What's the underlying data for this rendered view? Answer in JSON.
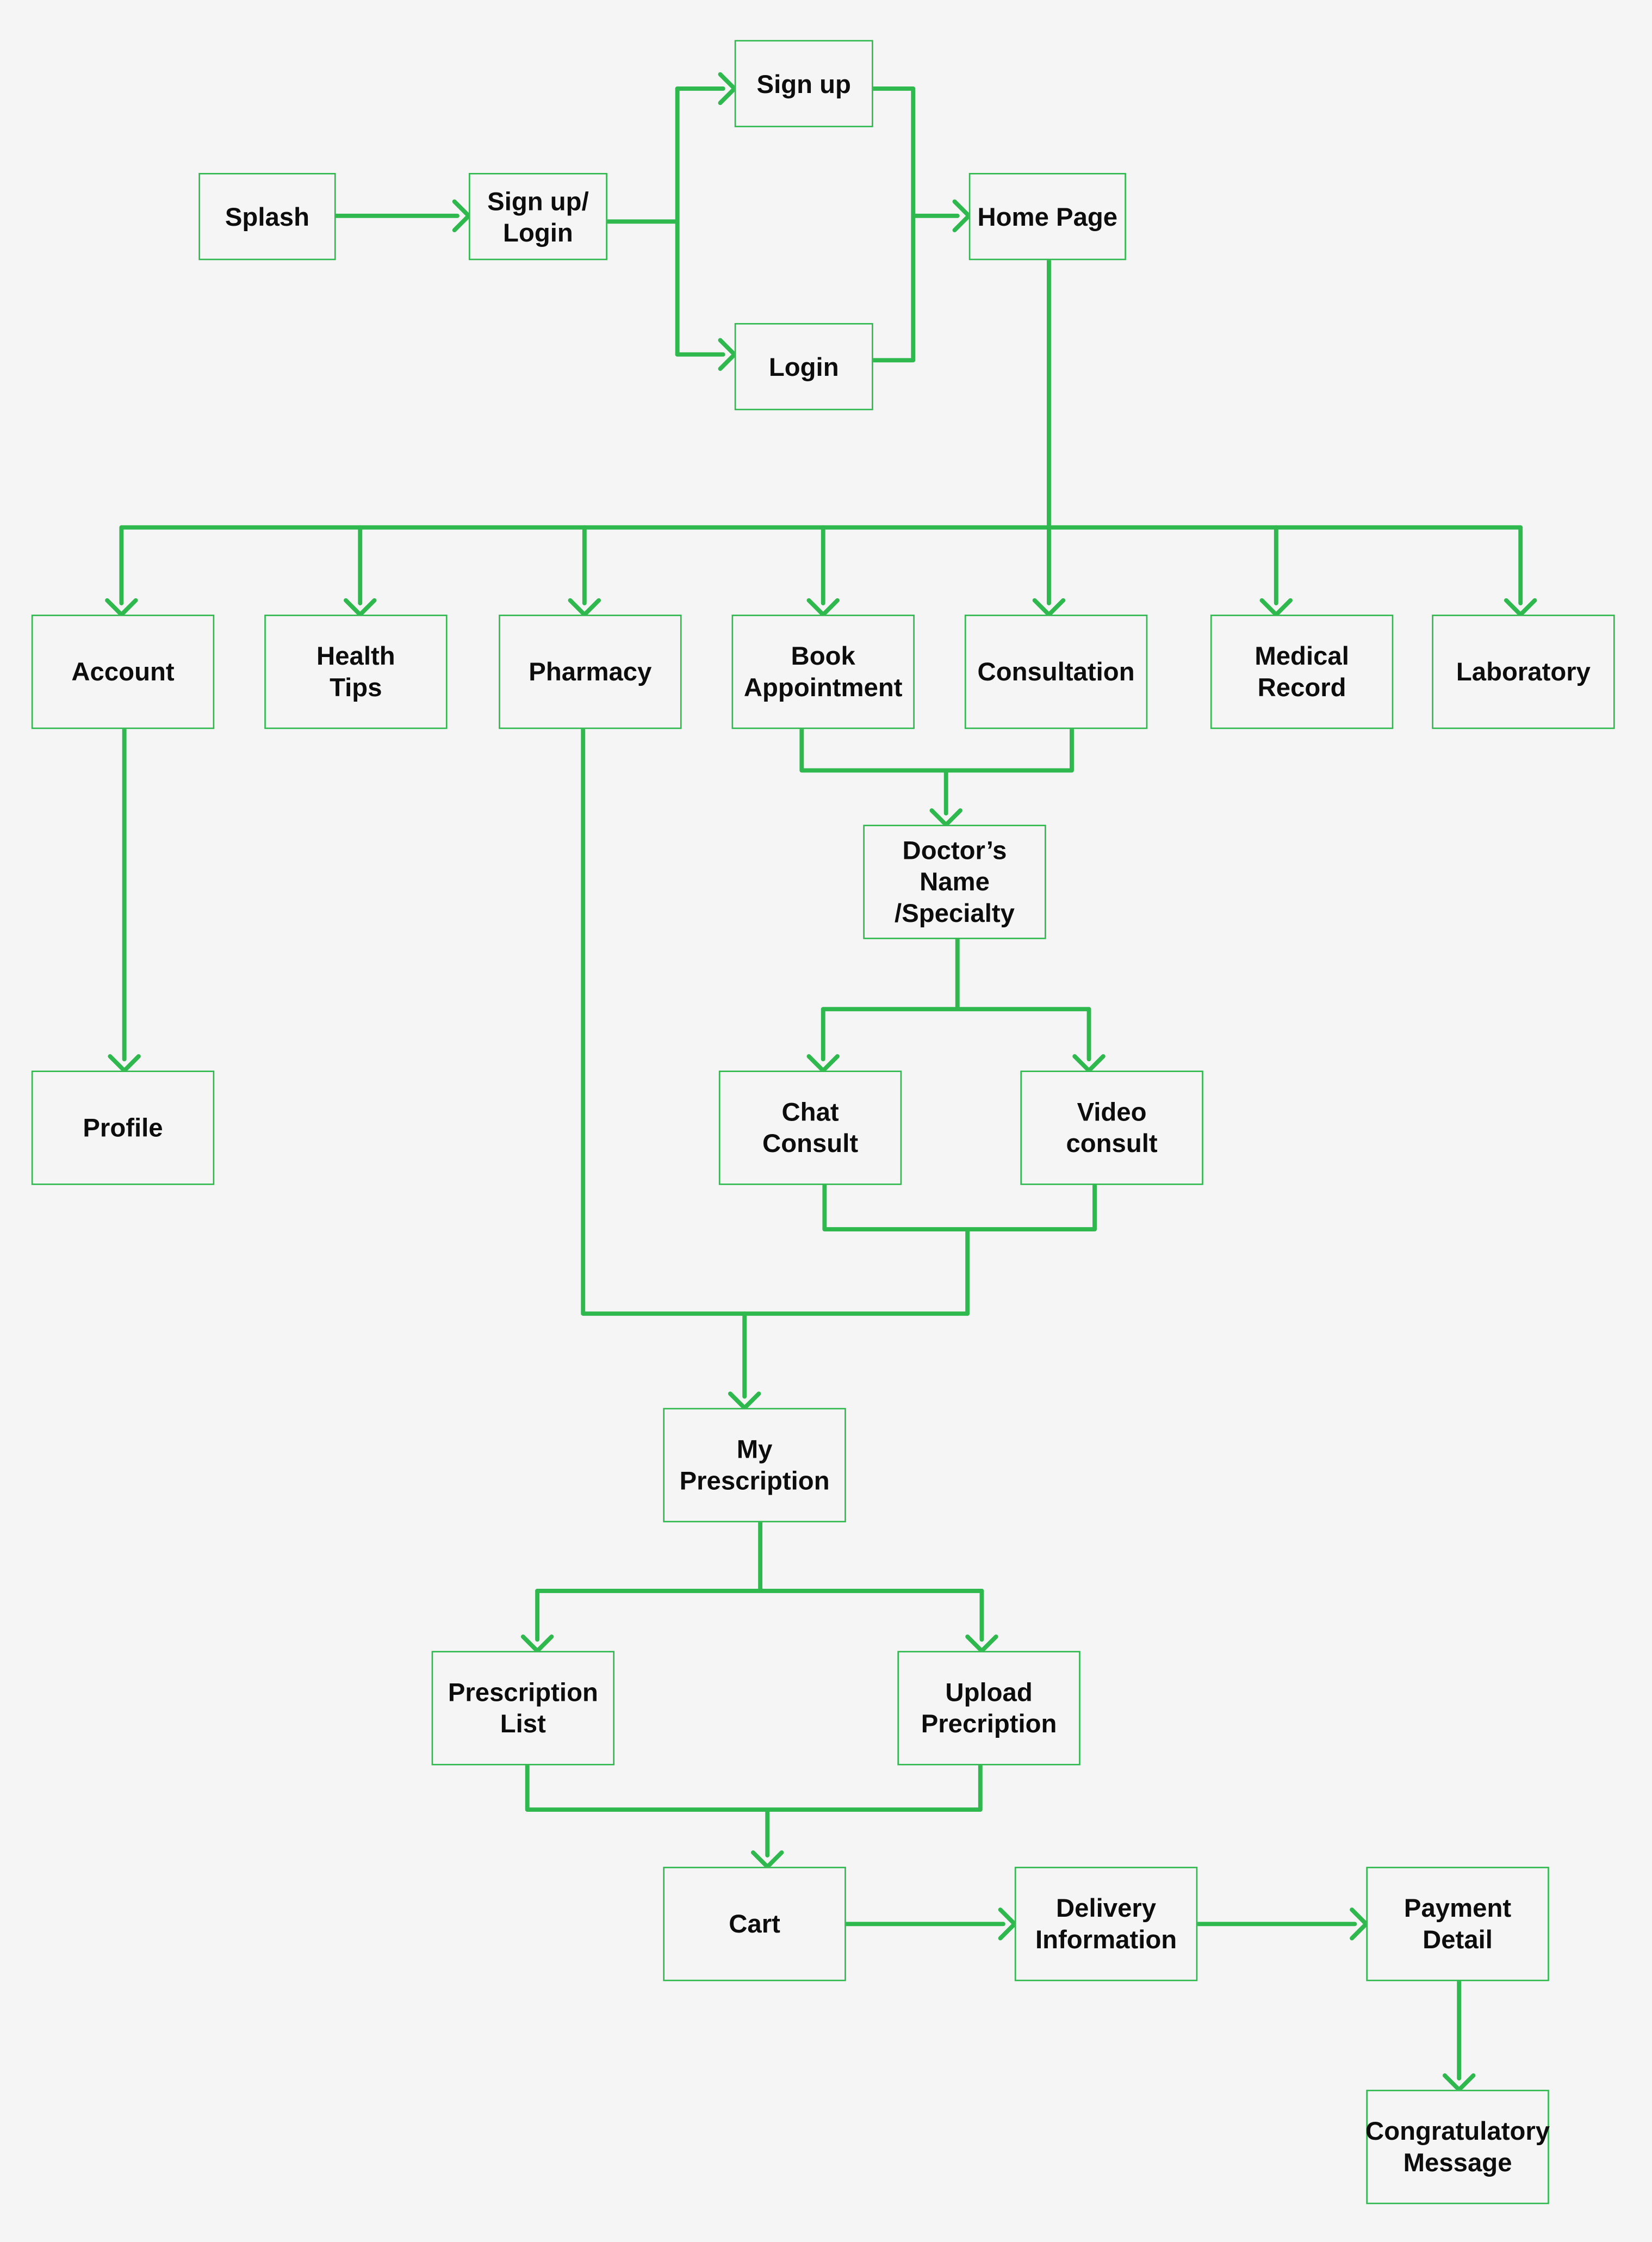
{
  "diagram": {
    "line_color": "#2eb84d",
    "background": "#f5f5f5",
    "text_color": "#0d0d0d",
    "nodes": {
      "splash": "Splash",
      "signup_login": "Sign up/\nLogin",
      "signup": "Sign up",
      "login": "Login",
      "home_page": "Home Page",
      "account": "Account",
      "health_tips": "Health\nTips",
      "pharmacy": "Pharmacy",
      "book_appointment": "Book\nAppointment",
      "consultation": "Consultation",
      "medical_record": "Medical\nRecord",
      "laboratory": "Laboratory",
      "profile": "Profile",
      "doctor_name_specialty": "Doctor’s Name\n/Specialty",
      "chat_consult": "Chat\nConsult",
      "video_consult": "Video\nconsult",
      "my_prescription": "My\nPrescription",
      "prescription_list": "Prescription\nList",
      "upload_precription": "Upload\nPrecription",
      "cart": "Cart",
      "delivery_information": "Delivery\nInformation",
      "payment_detail": "Payment\nDetail",
      "congratulatory_message": "Congratulatory\nMessage"
    },
    "edges": [
      [
        "splash",
        "signup_login"
      ],
      [
        "signup_login",
        "signup"
      ],
      [
        "signup_login",
        "login"
      ],
      [
        "signup",
        "home_page"
      ],
      [
        "login",
        "home_page"
      ],
      [
        "home_page",
        "account"
      ],
      [
        "home_page",
        "health_tips"
      ],
      [
        "home_page",
        "pharmacy"
      ],
      [
        "home_page",
        "book_appointment"
      ],
      [
        "home_page",
        "consultation"
      ],
      [
        "home_page",
        "medical_record"
      ],
      [
        "home_page",
        "laboratory"
      ],
      [
        "account",
        "profile"
      ],
      [
        "book_appointment",
        "doctor_name_specialty"
      ],
      [
        "consultation",
        "doctor_name_specialty"
      ],
      [
        "doctor_name_specialty",
        "chat_consult"
      ],
      [
        "doctor_name_specialty",
        "video_consult"
      ],
      [
        "chat_consult",
        "my_prescription"
      ],
      [
        "video_consult",
        "my_prescription"
      ],
      [
        "pharmacy",
        "my_prescription"
      ],
      [
        "my_prescription",
        "prescription_list"
      ],
      [
        "my_prescription",
        "upload_precription"
      ],
      [
        "prescription_list",
        "cart"
      ],
      [
        "upload_precription",
        "cart"
      ],
      [
        "cart",
        "delivery_information"
      ],
      [
        "delivery_information",
        "payment_detail"
      ],
      [
        "payment_detail",
        "congratulatory_message"
      ]
    ]
  }
}
